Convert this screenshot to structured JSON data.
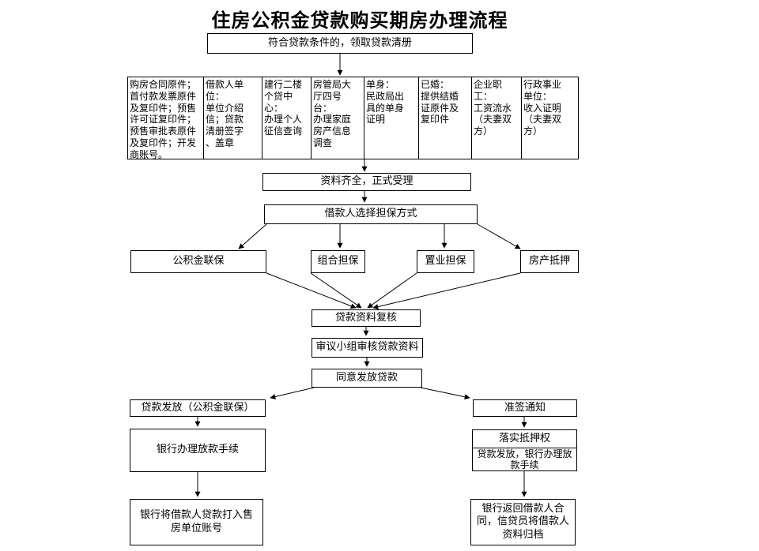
{
  "title": "住房公积金贷款购买期房办理流程",
  "colors": {
    "line": "#000000",
    "background": "#ffffff",
    "text": "#000000"
  },
  "nodes": {
    "start": "符合贷款条件的，领取贷款清册",
    "materials": [
      "购房合同原件；\n首付款发票原件\n及复印件；预售\n许可证复印件；\n预售审批表原件\n及复印件；开发\n商账号。",
      "借款人单\n位：\n单位介绍\n信；贷款\n清册签字\n、盖章",
      "建行二楼\n个贷中\n心：\n办理个人\n征信查询",
      "房管局大\n厅四号\n台：\n办理家庭\n房产信息\n调查",
      "单身：\n民政局出\n具的单身\n证明",
      "已婚：\n提供结婚\n证原件及\n复印件",
      "企业职\n工：\n工资流水\n（夫妻双\n方）",
      "行政事业\n单位：\n收入证明\n（夫妻双\n方）"
    ],
    "accept": "资料齐全，正式受理",
    "choose_guarantee": "借款人选择担保方式",
    "guarantees": [
      "公积金联保",
      "组合担保",
      "置业担保",
      "房产抵押"
    ],
    "review": "贷款资料复核",
    "committee_review": "审议小组审核贷款资料",
    "approve": "同意发放贷款",
    "loan_issue_fund_union": "贷款发放（公积金联保）",
    "bank_process": "银行办理放款手续",
    "bank_transfer": "银行将借款人贷款打入售\n房单位账号",
    "approval_notice": "准签通知",
    "mortgage_title": "落实抵押权",
    "mortgage_sub": "贷款发放，银行办理放\n款手续",
    "bank_return": "银行返回借款人合\n同，信贷员将借款人\n资料归档"
  }
}
